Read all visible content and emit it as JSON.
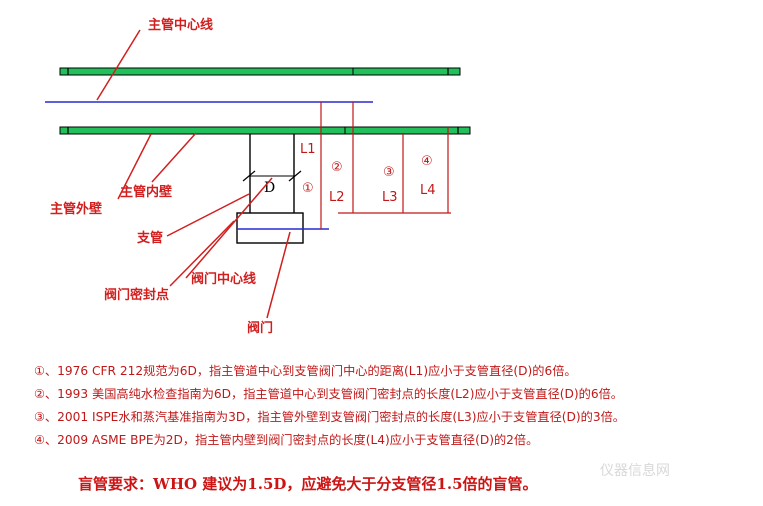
{
  "labels": {
    "main_pipe_centerline": "主管中心线",
    "main_pipe_inner_wall": "主管内壁",
    "main_pipe_outer_wall": "主管外壁",
    "branch_pipe": "支管",
    "valve_centerline": "阀门中心线",
    "valve_seal_point": "阀门密封点",
    "valve": "阀门",
    "diameter": "D"
  },
  "dimensions": [
    {
      "num": "①",
      "name": "L1"
    },
    {
      "num": "②",
      "name": "L2"
    },
    {
      "num": "③",
      "name": "L3"
    },
    {
      "num": "④",
      "name": "L4"
    }
  ],
  "notes": [
    "①、1976 CFR 212规范为6D，指主管道中心到支管阀门中心的距离(L1)应小于支管直径(D)的6倍。",
    "②、1993 美国高纯水检查指南为6D，指主管道中心到支管阀门密封点的长度(L2)应小于支管直径(D)的6倍。",
    "③、2001 ISPE水和蒸汽基准指南为3D，指主管外壁到支管阀门密封点的长度(L3)应小于支管直径(D)的3倍。",
    "④、2009 ASME BPE为2D，指主管内壁到阀门密封点的长度(L4)应小于支管直径(D)的2倍。"
  ],
  "footer": "盲管要求：WHO 建议为1.5D，应避免大于分支管径1.5倍的盲管。",
  "watermark": "仪器信息网",
  "colors": {
    "pipe_fill": "#22c05a",
    "centerline": "#2a2ad0",
    "annotation": "#d11f1f",
    "outline": "#000000"
  }
}
